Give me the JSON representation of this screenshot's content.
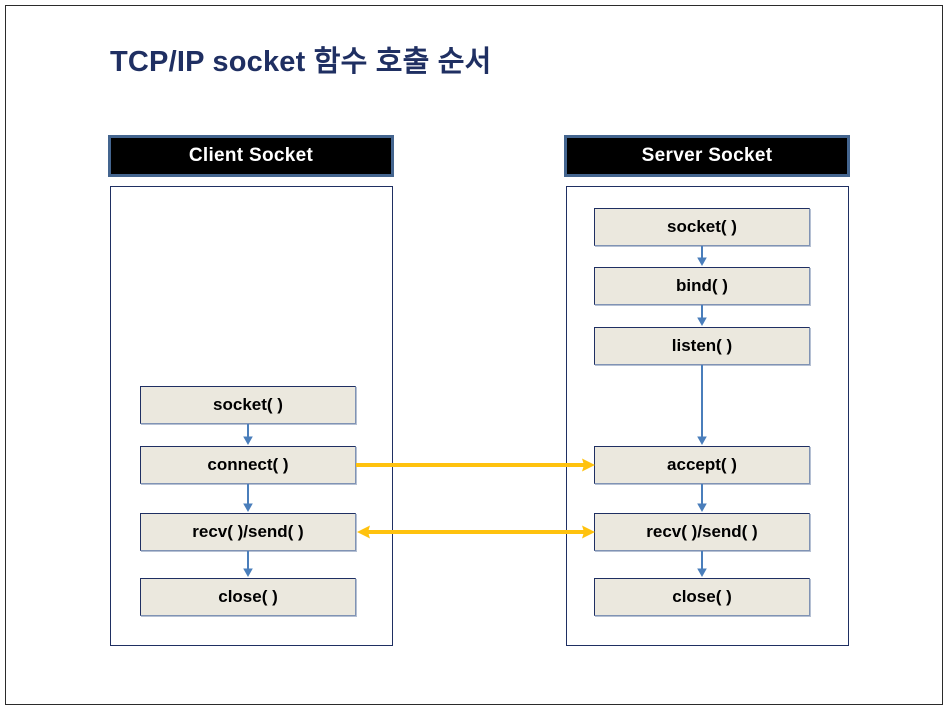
{
  "slide": {
    "title": "TCP/IP socket 함수 호출 순서",
    "background_color": "#FFFFFF",
    "frame_color": "#2B2B2B"
  },
  "colors": {
    "title_text": "#1F2F62",
    "header_fill": "#000000",
    "header_border": "#44658F",
    "header_text": "#FFFFFF",
    "box_fill": "#EBE8DE",
    "box_border": "#1F2F62",
    "box_text": "#000000",
    "flow_arrow": "#4A7EBB",
    "message_arrow": "#FFC20E",
    "container_border": "#1F2F62"
  },
  "columns": [
    {
      "id": "client",
      "header": "Client Socket",
      "steps": [
        {
          "label": "socket( )"
        },
        {
          "label": "connect( )"
        },
        {
          "label": "recv( )/send( )"
        },
        {
          "label": "close( )"
        }
      ]
    },
    {
      "id": "server",
      "header": "Server Socket",
      "steps": [
        {
          "label": "socket( )"
        },
        {
          "label": "bind( )"
        },
        {
          "label": "listen( )"
        },
        {
          "label": "accept( )"
        },
        {
          "label": "recv( )/send( )"
        },
        {
          "label": "close( )"
        }
      ]
    }
  ],
  "cross_arrows": [
    {
      "id": "connect-to-accept",
      "from": "client.connect( )",
      "to": "server.accept( )",
      "direction": "right"
    },
    {
      "id": "data-exchange",
      "from": "client.recv( )/send( )",
      "to": "server.recv( )/send( )",
      "direction": "both"
    }
  ]
}
